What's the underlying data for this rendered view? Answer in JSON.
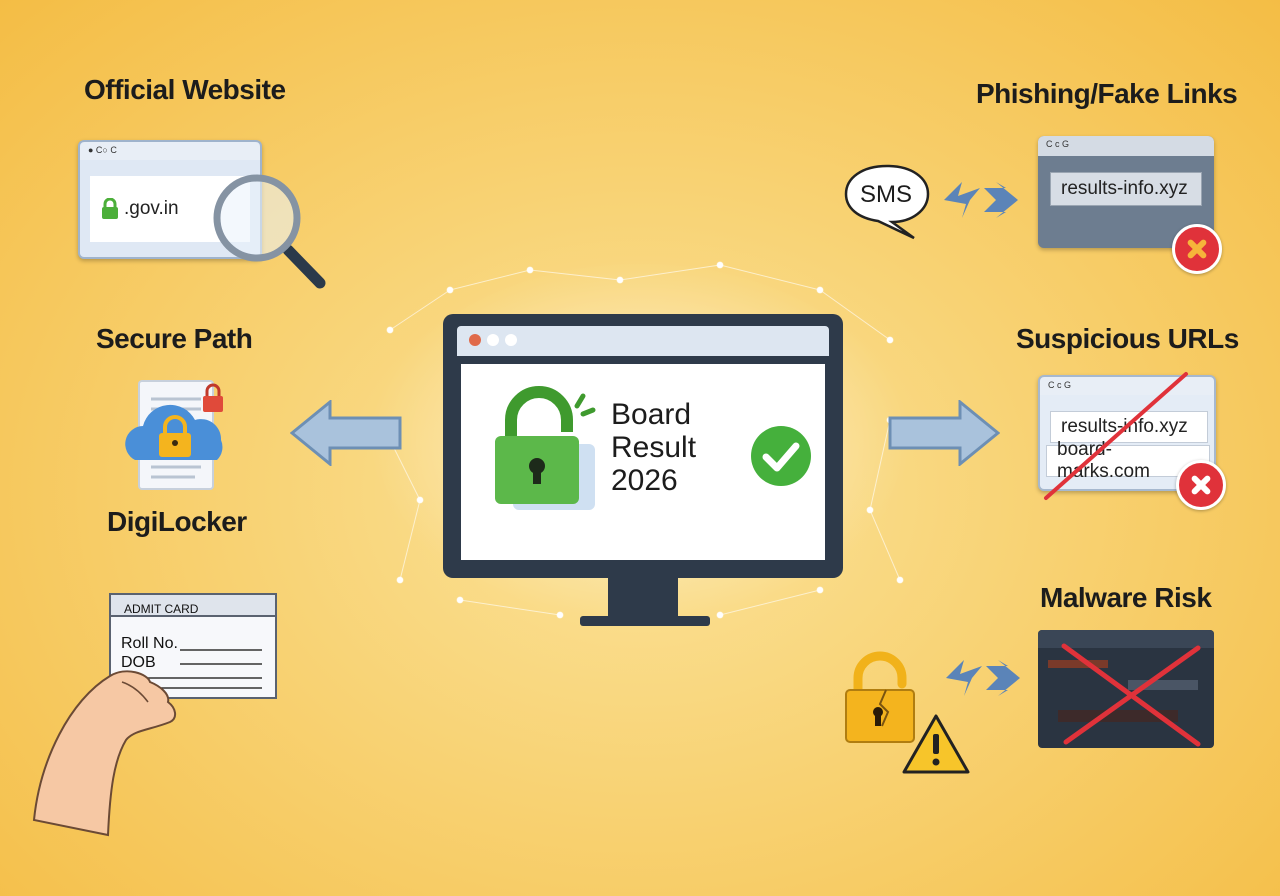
{
  "labels": {
    "official_website": "Official Website",
    "phishing_fake_links": "Phishing/Fake Links",
    "secure_path": "Secure Path",
    "suspicious_urls": "Suspicious URLs",
    "digilocker": "DigiLocker",
    "malware_risk": "Malware Risk"
  },
  "official": {
    "url": ".gov.in",
    "toolbar": "● C○ C"
  },
  "phishing": {
    "sms": "SMS",
    "url": "results-info.xyz",
    "toolbar": "C c G"
  },
  "suspicious": {
    "toolbar": "C c G",
    "urls": [
      "results-info.xyz",
      "board-marks.com"
    ]
  },
  "monitor": {
    "title_line1": "Board",
    "title_line2": "Result",
    "title_line3": "2026"
  },
  "admit_card": {
    "header": "ADMIT CARD",
    "field1": "Roll No.",
    "field2": "DOB"
  },
  "colors": {
    "safe_green": "#4caf3a",
    "danger_red": "#e0323a",
    "arrow_blue": "#7fa3c8",
    "monitor_dark": "#2e3a4a"
  },
  "icons": [
    "lock-icon",
    "magnifier-icon",
    "cloud-lock-icon",
    "check-icon",
    "x-icon",
    "warning-icon",
    "broken-lock-icon"
  ]
}
